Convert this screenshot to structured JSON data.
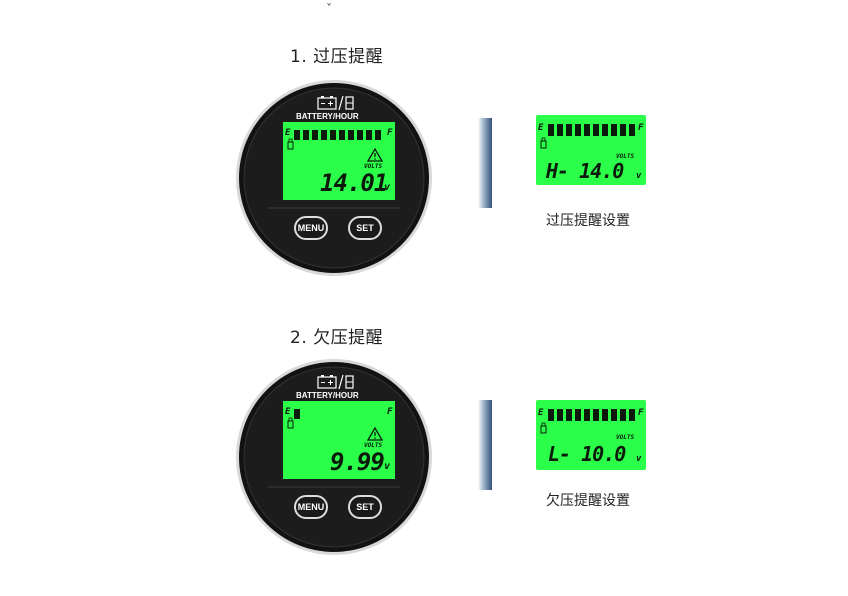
{
  "top_mark": "ˇ",
  "sections": [
    {
      "title": "1. 过压提醒",
      "gauge": {
        "brand_label": "BATTERY/HOUR",
        "e_label": "E",
        "f_label": "F",
        "volts_label": "VOLTS",
        "reading": "14.01",
        "unit": "v",
        "segments_lit": 10,
        "segments_total": 10
      },
      "buttons": {
        "menu": "MENU",
        "set": "SET"
      },
      "zoom": {
        "e_label": "E",
        "f_label": "F",
        "volts_label": "VOLTS",
        "reading": "H- 14.0",
        "unit": "v",
        "segments_lit": 10,
        "segments_total": 10
      },
      "caption": "过压提醒设置"
    },
    {
      "title": "2. 欠压提醒",
      "gauge": {
        "brand_label": "BATTERY/HOUR",
        "e_label": "E",
        "f_label": "F",
        "volts_label": "VOLTS",
        "reading": "9.99",
        "unit": "v",
        "segments_lit": 1,
        "segments_total": 10
      },
      "buttons": {
        "menu": "MENU",
        "set": "SET"
      },
      "zoom": {
        "e_label": "E",
        "f_label": "F",
        "volts_label": "VOLTS",
        "reading": "L- 10.0",
        "unit": "v",
        "segments_lit": 10,
        "segments_total": 10
      },
      "caption": "欠压提醒设置"
    }
  ],
  "colors": {
    "lcd_green": "#2bff4a",
    "bezel": "#111111",
    "ring": "#c9c9c9"
  },
  "icons": [
    "battery-icon",
    "hourglass-icon",
    "warning-icon",
    "menu-button",
    "set-button"
  ]
}
